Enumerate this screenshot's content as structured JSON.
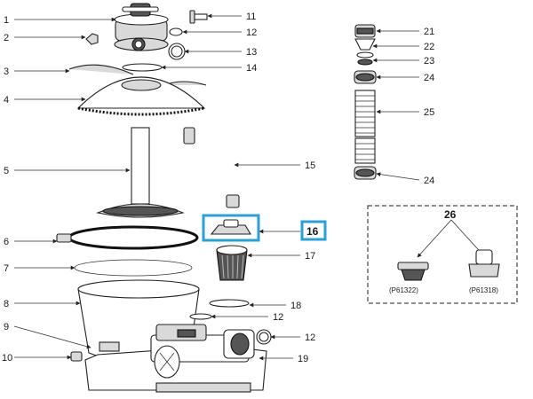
{
  "parts": {
    "p1": "1",
    "p2": "2",
    "p3": "3",
    "p4": "4",
    "p5": "5",
    "p6": "6",
    "p7": "7",
    "p8": "8",
    "p9": "9",
    "p10": "10",
    "p11": "11",
    "p12a": "12",
    "p12b": "12",
    "p12c": "12",
    "p13": "13",
    "p14": "14",
    "p15": "15",
    "p16": "16",
    "p17": "17",
    "p18": "18",
    "p19": "19",
    "p21": "21",
    "p22": "22",
    "p23": "23",
    "p24a": "24",
    "p24b": "24",
    "p25": "25"
  },
  "inset": {
    "number": "26",
    "left_caption": "(P61322)",
    "right_caption": "(P61318)"
  },
  "highlight_color": "#2b9fd6"
}
